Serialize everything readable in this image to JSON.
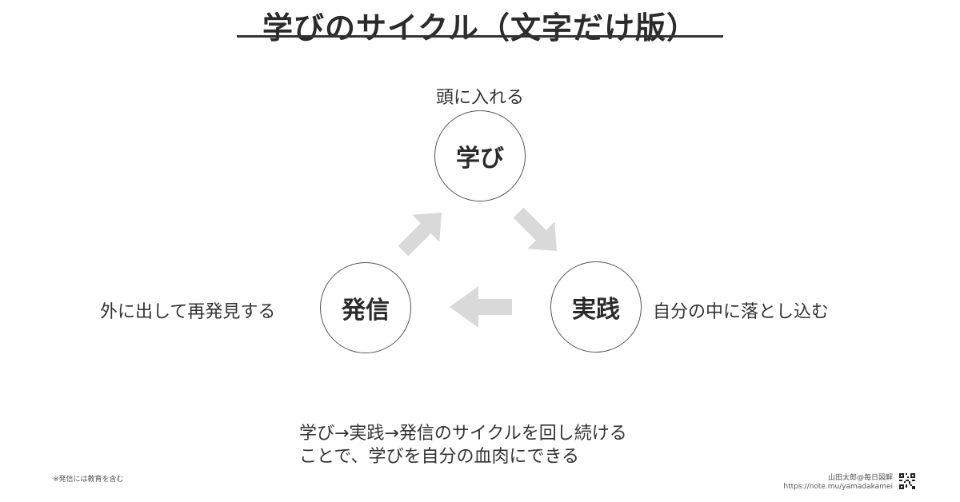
{
  "title": "学びのサイクル（文字だけ版）",
  "nodes": {
    "learn": {
      "label": "学び",
      "caption": "頭に入れる"
    },
    "practice": {
      "label": "実践",
      "caption": "自分の中に落とし込む"
    },
    "share": {
      "label": "発信",
      "caption": "外に出して再発見する"
    }
  },
  "summary": {
    "line1": "学び→実践→発信のサイクルを回し続ける",
    "line2": "ことで、学びを自分の血肉にできる"
  },
  "footnote": "※発信には教育を含む",
  "credit": {
    "author": "山田太郎@毎日図解",
    "url": "https://note.mu/yamadakamei"
  },
  "colors": {
    "arrow": "#d9d9d9",
    "circle_border": "#555555",
    "text": "#333333"
  }
}
